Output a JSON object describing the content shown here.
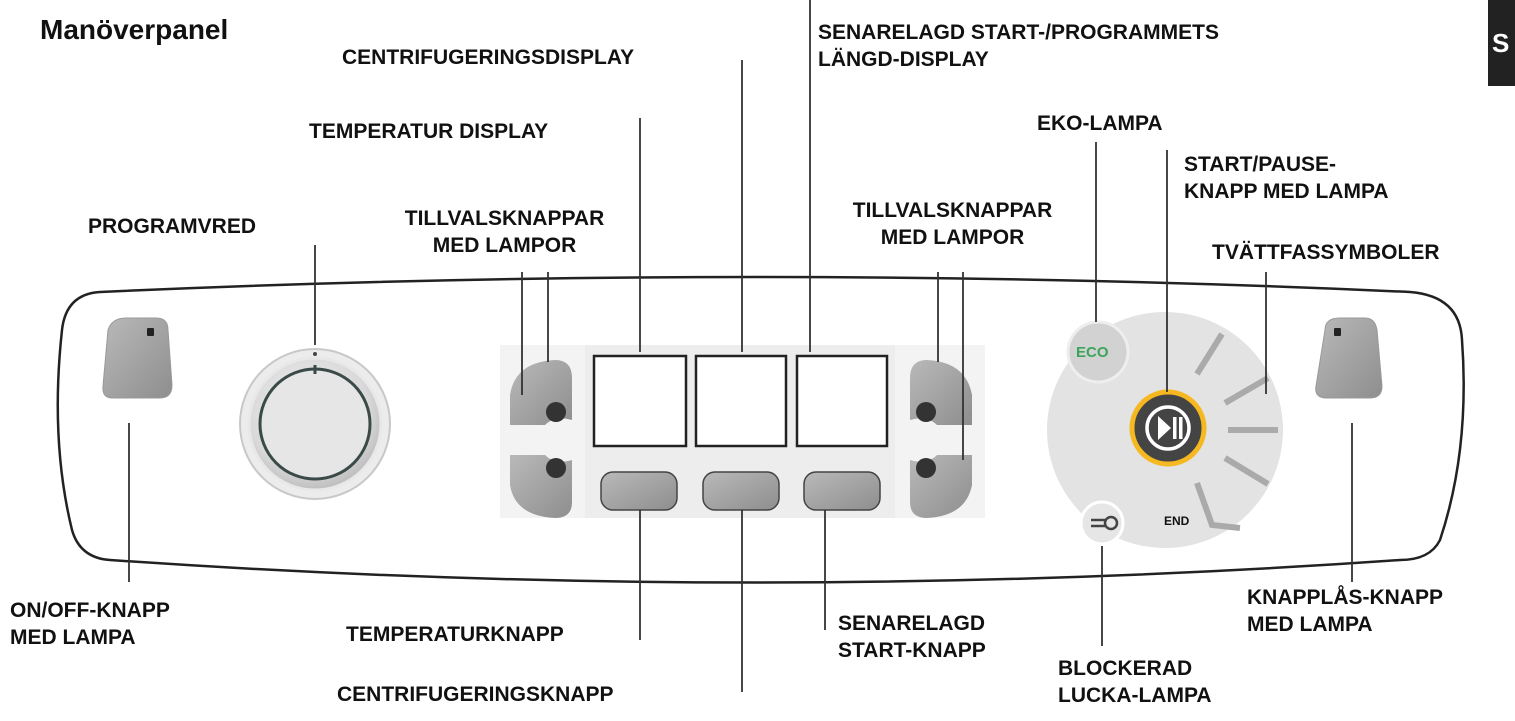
{
  "title": "Manöverpanel",
  "section_tab": "S",
  "eco_text": "ECO",
  "end_text": "END",
  "labels": {
    "senarelagd_display_1": "SENARELAGD START-/PROGRAMMETS",
    "senarelagd_display_2": "LÄNGD-DISPLAY",
    "centrifugering_display": "CENTRIFUGERINGSDISPLAY",
    "temperatur_display": "TEMPERATUR DISPLAY",
    "eko_lampa": "EKO-LAMPA",
    "start_pause_1": "START/PAUSE-",
    "start_pause_2": "KNAPP MED LAMPA",
    "programvred": "PROGRAMVRED",
    "tillval_left_1": "TILLVALSKNAPPAR",
    "tillval_left_2": "MED LAMPOR",
    "tillval_right_1": "TILLVALSKNAPPAR",
    "tillval_right_2": "MED LAMPOR",
    "tvattfas": "TVÄTTFASSYMBOLER",
    "onoff_1": "ON/OFF-KNAPP",
    "onoff_2": "MED LAMPA",
    "temperaturknapp": "TEMPERATURKNAPP",
    "senarelagd_knapp_1": "SENARELAGD",
    "senarelagd_knapp_2": "START-KNAPP",
    "knapplas_1": "KNAPPLÅS-KNAPP",
    "knapplas_2": "MED LAMPA",
    "blockerad_1": "BLOCKERAD",
    "blockerad_2": "LUCKA-LAMPA",
    "centrifugeringsknapp": "CENTRIFUGERINGSKNAPP"
  }
}
